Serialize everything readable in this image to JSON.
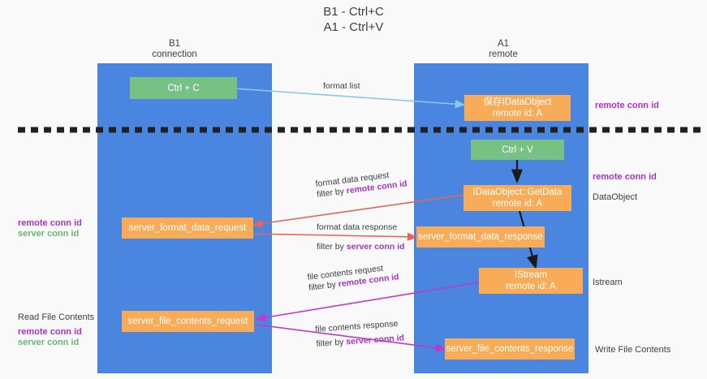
{
  "title": "B1 - Ctrl+C\nA1 - Ctrl+V",
  "colors": {
    "lane": "#4a86e0",
    "green_box": "#77c185",
    "orange_box": "#f8ac58",
    "remote_conn_id": "#a932c8",
    "server_conn_id": "#63b96f",
    "divider": "#202124",
    "arrow_format_list": "#8cc6ee",
    "arrow_black": "#1a1a1a",
    "arrow_red": "#e8645a",
    "arrow_magenta": "#c038c8",
    "background": "#f9f9f9"
  },
  "lanes": [
    {
      "name": "B1",
      "sub": "connection",
      "label": "B1\nconnection"
    },
    {
      "name": "A1",
      "sub": "remote",
      "label": "A1\nremote"
    }
  ],
  "divider": {
    "style": "dashed",
    "label": ""
  },
  "boxes": [
    {
      "id": "ctrl-c",
      "text": "Ctrl + C",
      "kind": "green",
      "lane": "B1"
    },
    {
      "id": "idataobject",
      "text": "保存IDataObject\nremote id: A",
      "kind": "orange",
      "lane": "A1"
    },
    {
      "id": "ctrl-v",
      "text": "Ctrl + V",
      "kind": "green",
      "lane": "A1"
    },
    {
      "id": "getdata",
      "text": "IDataObject::GetData\nremote id: A",
      "kind": "orange",
      "lane": "A1"
    },
    {
      "id": "server-format-data-request",
      "text": "server_format_data_request",
      "kind": "orange",
      "lane": "B1"
    },
    {
      "id": "server-format-data-response",
      "text": "server_format_data_response",
      "kind": "orange",
      "lane": "A1"
    },
    {
      "id": "istream",
      "text": "IStream\nremote id: A",
      "kind": "orange",
      "lane": "A1"
    },
    {
      "id": "server-file-contents-request",
      "text": "server_file_contents_request",
      "kind": "orange",
      "lane": "B1"
    },
    {
      "id": "server-file-contents-response",
      "text": "server_file_contents_response",
      "kind": "orange",
      "lane": "A1"
    }
  ],
  "edges": [
    {
      "id": "format-list",
      "label": "format list",
      "filter": "",
      "color": "#8cc6ee"
    },
    {
      "id": "format-data-request",
      "label": "format data request",
      "filter_prefix": "filter by ",
      "filter": "remote conn id",
      "color": "#e8645a"
    },
    {
      "id": "format-data-response",
      "label": "format data response",
      "filter_prefix": "filter by ",
      "filter": "server conn id",
      "color": "#e8645a"
    },
    {
      "id": "file-contents-request",
      "label": "file contents request",
      "filter_prefix": "filter by ",
      "filter": "remote conn id",
      "color": "#c038c8"
    },
    {
      "id": "file-contents-response",
      "label": "file contents response",
      "filter_prefix": "filter by ",
      "filter": "server conn id",
      "color": "#c038c8"
    }
  ],
  "right_annotations": [
    {
      "id": "remote-conn-id-top",
      "text": "remote conn id",
      "style": "purple"
    },
    {
      "id": "remote-conn-id-mid",
      "text": "remote conn id",
      "style": "purple"
    },
    {
      "id": "dataobject",
      "text": "DataObject",
      "style": "dark"
    },
    {
      "id": "istream-label",
      "text": "Istream",
      "style": "dark"
    },
    {
      "id": "write-file-contents",
      "text": "Write File Contents",
      "style": "dark"
    }
  ],
  "left_annotations": [
    {
      "id": "left-remote-conn-id",
      "text": "remote conn id",
      "style": "purple"
    },
    {
      "id": "left-server-conn-id",
      "text": "server conn id",
      "style": "green"
    },
    {
      "id": "read-file-contents",
      "text": "Read File Contents",
      "style": "dark"
    },
    {
      "id": "left-remote-conn-id-2",
      "text": "remote conn id",
      "style": "purple"
    },
    {
      "id": "left-server-conn-id-2",
      "text": "server conn id",
      "style": "green"
    }
  ]
}
